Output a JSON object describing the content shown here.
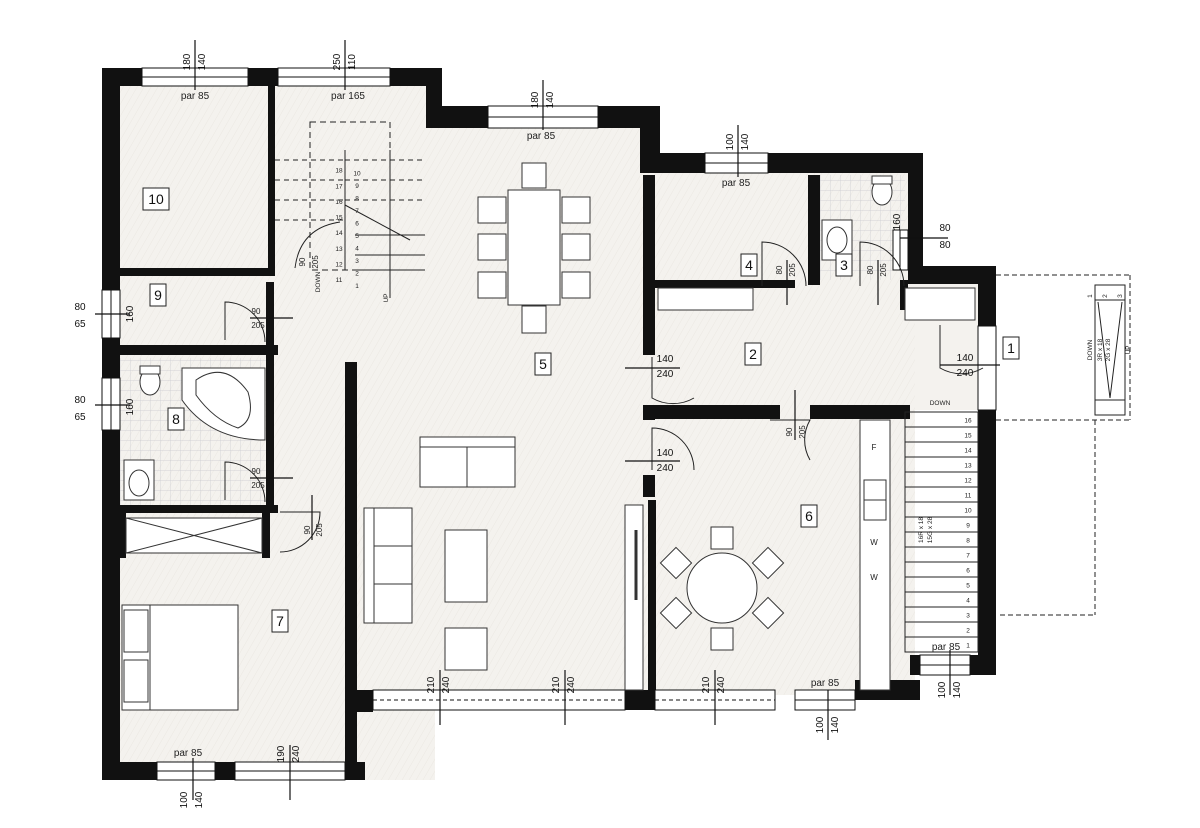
{
  "colors": {
    "wall": "#111111",
    "floor": "#f4f2ee",
    "tile_grid": "#c9c9cf",
    "line": "#222222"
  },
  "rooms": [
    {
      "number": "1"
    },
    {
      "number": "2"
    },
    {
      "number": "3"
    },
    {
      "number": "4"
    },
    {
      "number": "5"
    },
    {
      "number": "6"
    },
    {
      "number": "7"
    },
    {
      "number": "8"
    },
    {
      "number": "9"
    },
    {
      "number": "10"
    }
  ],
  "window_sills": [
    "par 85",
    "par 165",
    "par 85",
    "par 85",
    "par 85",
    "par 85",
    "par 85"
  ],
  "dimension_pairs": [
    {
      "a": "180",
      "b": "140"
    },
    {
      "a": "250",
      "b": "110"
    },
    {
      "a": "180",
      "b": "140"
    },
    {
      "a": "100",
      "b": "140"
    },
    {
      "a": "80",
      "b": "80"
    },
    {
      "a": "80",
      "b": "65"
    },
    {
      "a": "80",
      "b": "65"
    },
    {
      "a": "100",
      "b": "140"
    },
    {
      "a": "100",
      "b": "140"
    },
    {
      "a": "100",
      "b": "140"
    },
    {
      "a": "210",
      "b": "240"
    },
    {
      "a": "210",
      "b": "240"
    },
    {
      "a": "210",
      "b": "240"
    },
    {
      "a": "190",
      "b": "240"
    },
    {
      "a": "140",
      "b": "240"
    },
    {
      "a": "140",
      "b": "240"
    },
    {
      "a": "140",
      "b": "240"
    }
  ],
  "door_dims": [
    {
      "a": "90",
      "b": "205"
    },
    {
      "a": "90",
      "b": "205"
    },
    {
      "a": "90",
      "b": "205"
    },
    {
      "a": "90",
      "b": "205"
    },
    {
      "a": "90",
      "b": "205"
    },
    {
      "a": "80",
      "b": "205"
    },
    {
      "a": "80",
      "b": "205"
    }
  ],
  "small_window_labels": [
    "160",
    "160",
    "160"
  ],
  "stair_main": {
    "direction": "DOWN",
    "steps": [
      "1",
      "2",
      "3",
      "4",
      "5",
      "6",
      "7",
      "8",
      "9",
      "10",
      "11",
      "12",
      "13",
      "14",
      "15",
      "16"
    ],
    "note_1": "16R x 18",
    "note_2": "15G x 28"
  },
  "stair_upper": {
    "direction": "DOWN",
    "up": "UP",
    "steps_left": [
      "1",
      "2",
      "3",
      "4",
      "5",
      "6",
      "7",
      "8",
      "9",
      "10"
    ],
    "steps_right": [
      "11",
      "12",
      "13",
      "14",
      "15",
      "16",
      "17",
      "18"
    ]
  },
  "entry_stair": {
    "direction": "DOWN",
    "note_1": "3R x 18",
    "note_2": "2G x 28",
    "steps": [
      "1",
      "2",
      "3"
    ],
    "up": "UP"
  },
  "appliances": [
    "F",
    "W",
    "W"
  ]
}
